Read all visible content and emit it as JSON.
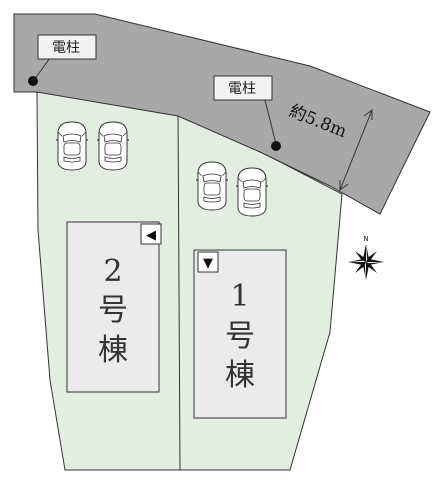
{
  "plan": {
    "colors": {
      "road": "#a8a8a8",
      "lot": "#e2efe0",
      "building": "#ebebeb",
      "outline": "#333333"
    },
    "utility_poles": [
      {
        "label": "電柱"
      },
      {
        "label": "電柱"
      }
    ],
    "road_width": "約5.8m",
    "buildings": [
      {
        "line1": "2",
        "line2": "号",
        "line3": "棟",
        "entrance": "◀"
      },
      {
        "line1": "1",
        "line2": "号",
        "line3": "棟",
        "entrance": "▼"
      }
    ],
    "compass": {
      "north": "N",
      "icon": "compass-rose-icon"
    },
    "parking": {
      "cars_per_lot": 2,
      "icon": "car-icon"
    }
  }
}
